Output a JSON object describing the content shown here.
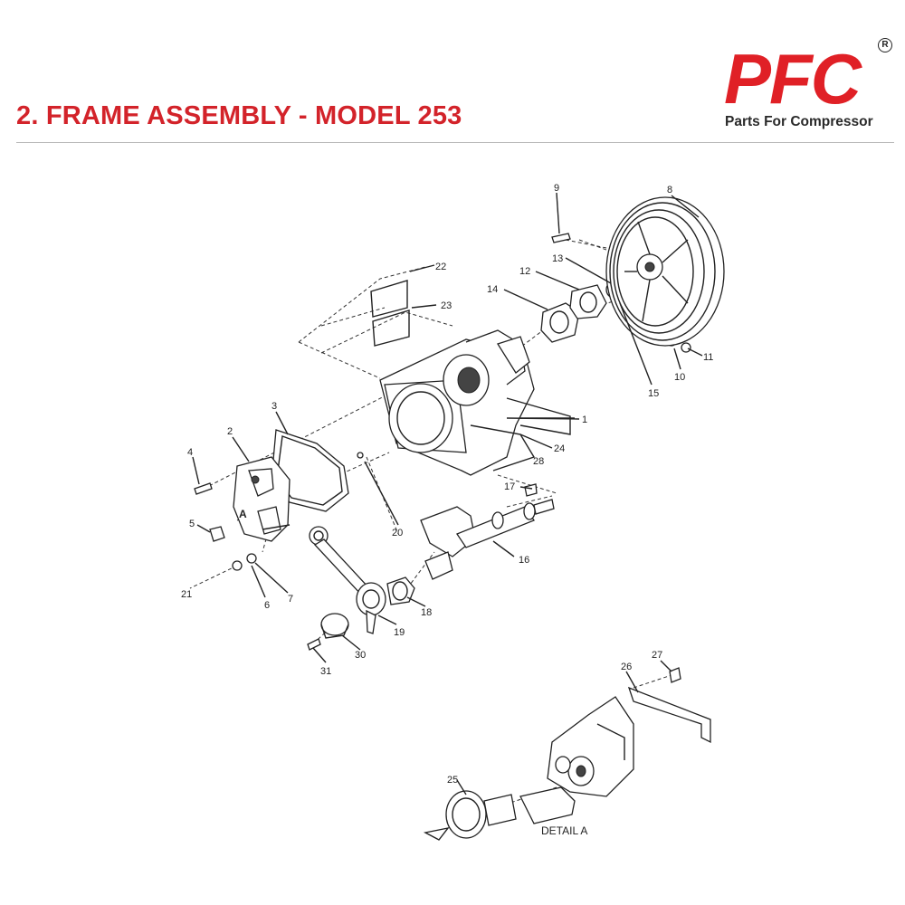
{
  "header": {
    "title": "2. FRAME ASSEMBLY - MODEL 253"
  },
  "logo": {
    "letters": "PFC",
    "registered": "R",
    "tagline": "Parts For Compressor"
  },
  "diagram": {
    "callouts": {
      "n1": "1",
      "n2": "2",
      "n3": "3",
      "n4": "4",
      "n5": "5",
      "n6": "6",
      "n7": "7",
      "n8": "8",
      "n9": "9",
      "n10": "10",
      "n11": "11",
      "n12": "12",
      "n13": "13",
      "n14": "14",
      "n15": "15",
      "n16": "16",
      "n17": "17",
      "n18": "18",
      "n19": "19",
      "n20": "20",
      "n21": "21",
      "n22": "22",
      "n23": "23",
      "n24": "24",
      "n25": "25",
      "n26": "26",
      "n27": "27",
      "n28": "28",
      "n30": "30",
      "n31": "31"
    },
    "marker_a": "A",
    "detail_label": "DETAIL A"
  },
  "colors": {
    "brand_red": "#e02026",
    "title_red": "#d3232a",
    "line": "#222222"
  }
}
